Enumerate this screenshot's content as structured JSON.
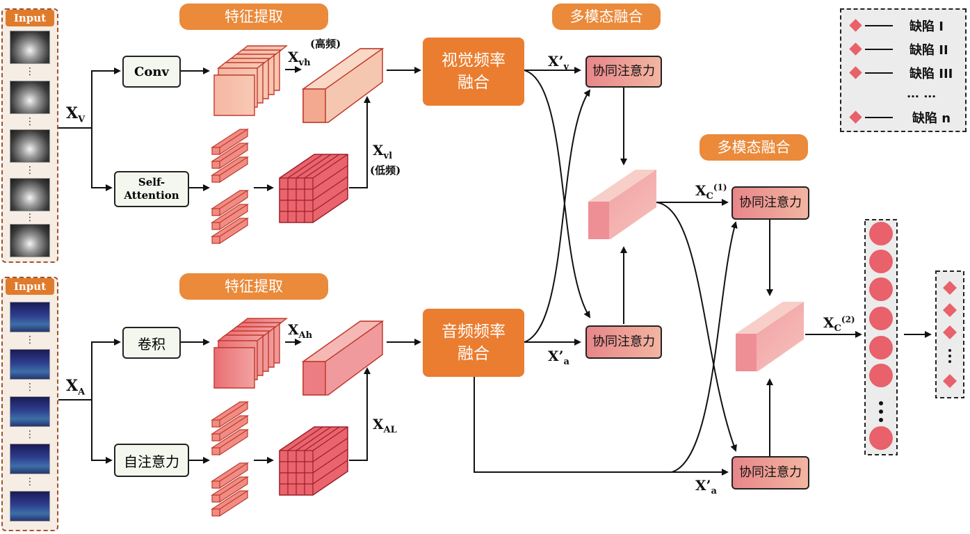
{
  "inputs": {
    "video_label": "Input",
    "audio_label": "Input"
  },
  "feature_extract": {
    "top_title": "特征提取",
    "bottom_title": "特征提取"
  },
  "video_branch": {
    "conv_label": "Conv",
    "self_attention_label": "Self-\nAttention",
    "xv_label": "X",
    "xv_sub": "V",
    "xvh_label": "X",
    "xvh_sub": "vh",
    "xvh_note": "(高频)",
    "xvl_label": "X",
    "xvl_sub": "vl",
    "xvl_note": "(低频)"
  },
  "audio_branch": {
    "conv_label": "卷积",
    "self_attention_label": "自注意力",
    "xa_label": "X",
    "xa_sub": "A",
    "xah_label": "X",
    "xah_sub": "Ah",
    "xal_label": "X",
    "xal_sub": "AL"
  },
  "fusion": {
    "visual_freq": "视觉频率\n融合",
    "audio_freq": "音频频率\n融合",
    "multimodal_1": "多模态融合",
    "multimodal_2": "多模态融合",
    "coattn": "协同注意力",
    "xv_prime": "X’",
    "xv_prime_sub": "v",
    "xa_prime": "X’",
    "xa_prime_sub": "a",
    "xc1": "X",
    "xc1_sub": "C",
    "xc1_sup": "(1)",
    "xc2": "X",
    "xc2_sub": "C",
    "xc2_sup": "(2)",
    "xa_prime2": "X’",
    "xa_prime2_sub": "a"
  },
  "legend": {
    "items": [
      "缺陷 I",
      "缺陷 II",
      "缺陷 III",
      "… …",
      "缺陷 n"
    ],
    "colors": {
      "diamond": "#e8616b"
    }
  },
  "colors": {
    "accent_orange": "#ea8a3a",
    "feature_red": "#e8616b",
    "arrow": "#111111"
  }
}
